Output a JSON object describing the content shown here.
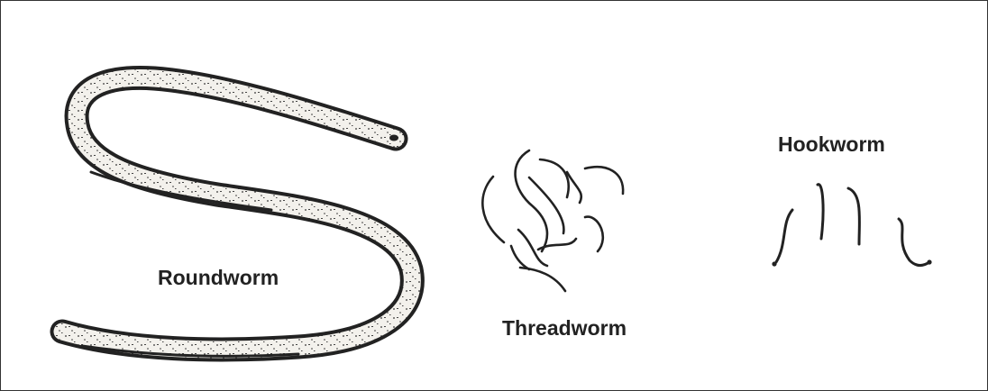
{
  "labels": {
    "roundworm": "Roundworm",
    "threadworm": "Threadworm",
    "hookworm": "Hookworm"
  },
  "colors": {
    "ink": "#222222",
    "body_fill": "#f3f1ec",
    "background": "#ffffff"
  }
}
